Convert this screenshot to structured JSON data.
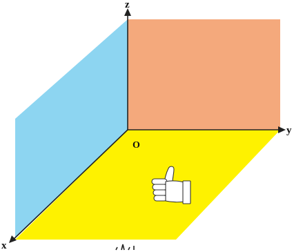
{
  "labels": {
    "z": "z",
    "y": "y",
    "x": "x",
    "origin": "O"
  },
  "planes": {
    "xz_color": "#8dd5f1",
    "yz_color": "#f4a97c",
    "xy_color": "#fef200"
  },
  "axis_color": "#222222",
  "icon": "thumbs-up-icon"
}
